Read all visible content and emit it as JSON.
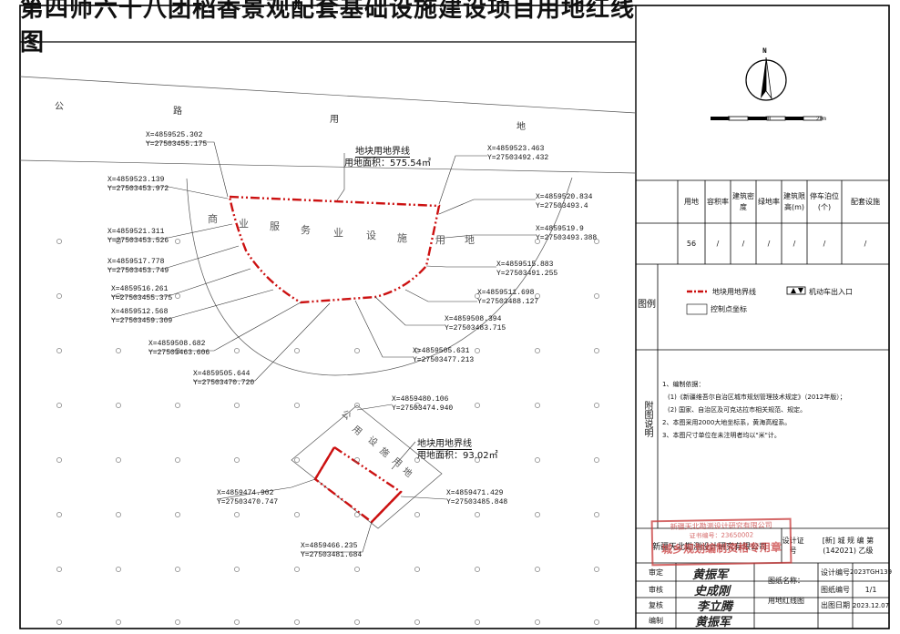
{
  "title": "第四师六十八团稻香景观配套基础设施建设项目用地红线图",
  "north_label": "N",
  "scale": {
    "l0": "0",
    "l1": "10",
    "l2": "20m"
  },
  "road": {
    "chars": [
      "公",
      "路",
      "用",
      "地"
    ]
  },
  "plot1": {
    "label": "地块用地界线",
    "area": "用地面积：575.54㎡",
    "zone_chars": [
      "商",
      "业",
      "服",
      "务",
      "业",
      "设",
      "施",
      "用",
      "地"
    ],
    "points": [
      {
        "x": "X=4859525.302",
        "y": "Y=27503455.175"
      },
      {
        "x": "X=4859523.463",
        "y": "Y=27503492.432"
      },
      {
        "x": "X=4859523.139",
        "y": "Y=27503453.972"
      },
      {
        "x": "X=4859520.834",
        "y": "Y=27503493.4"
      },
      {
        "x": "X=4859521.311",
        "y": "Y=27503453.526"
      },
      {
        "x": "X=4859519.9",
        "y": "Y=27503493.388"
      },
      {
        "x": "X=4859517.778",
        "y": "Y=27503453.749"
      },
      {
        "x": "X=4859515.883",
        "y": "Y=27503491.255"
      },
      {
        "x": "X=4859516.261",
        "y": "Y=27503455.375"
      },
      {
        "x": "X=4859511.698",
        "y": "Y=27503488.127"
      },
      {
        "x": "X=4859512.568",
        "y": "Y=27503459.309"
      },
      {
        "x": "X=4859508.394",
        "y": "Y=27503483.715"
      },
      {
        "x": "X=4859508.682",
        "y": "Y=27503463.606"
      },
      {
        "x": "X=4859505.631",
        "y": "Y=27503477.213"
      },
      {
        "x": "X=4859505.644",
        "y": "Y=27503470.720"
      }
    ]
  },
  "plot2": {
    "label": "地块用地界线",
    "area": "用地面积：93.02㎡",
    "zone_chars": [
      "公",
      "用",
      "设",
      "施",
      "用",
      "地"
    ],
    "points": [
      {
        "x": "X=4859480.106",
        "y": "Y=27503474.940"
      },
      {
        "x": "X=4859474.902",
        "y": "Y=27503470.747"
      },
      {
        "x": "X=4859471.429",
        "y": "Y=27503485.848"
      },
      {
        "x": "X=4859466.235",
        "y": "Y=27503481.684"
      }
    ]
  },
  "indicator_table": {
    "headers": [
      "用地",
      "容积率",
      "建筑密度",
      "绿地率",
      "建筑限高(m)",
      "停车泊位(个)",
      "配套设施"
    ],
    "row": [
      "56",
      "/",
      "/",
      "/",
      "/",
      "/",
      "/"
    ]
  },
  "legend": {
    "heading": "图例",
    "items": [
      "地块用地界线",
      "机动车出入口",
      "控制点坐标"
    ]
  },
  "notes": {
    "heading": "附图说明",
    "lines": [
      "1、编制依据：",
      "(1)《新疆维吾尔自治区城市规划管理技术规定》（2012年版）；",
      "(2) 国家、自治区及可克达拉市相关规范、规定。",
      "2、本图采用2000大地坐标系，黄海高程系。",
      "3、本图尺寸单位在未注明者均以\"米\"计。"
    ]
  },
  "title_block": {
    "company": "新疆天北勘测设计研究有限公司",
    "cert_label": "设计证号",
    "cert_value": "[新] 城 规 编 第 (142021) 乙级",
    "roles": [
      "审定",
      "审核",
      "复核",
      "编制"
    ],
    "drawing_name_label": "图纸名称：",
    "drawing_name": "用地红线图",
    "design_no_label": "设计编号",
    "design_no": "2023TGH139",
    "sheet_no_label": "图纸编号",
    "sheet_no": "1/1",
    "date_label": "出图日期",
    "date": "2023.12.07"
  },
  "stamp": {
    "company": "新疆天北勘测设计研究有限公司",
    "seal": "城乡规划编制资格专用章",
    "cert_no": "证书编号：23650002"
  },
  "signatures": [
    "黄振军",
    "史成刚",
    "李立腾",
    "黄振军"
  ]
}
